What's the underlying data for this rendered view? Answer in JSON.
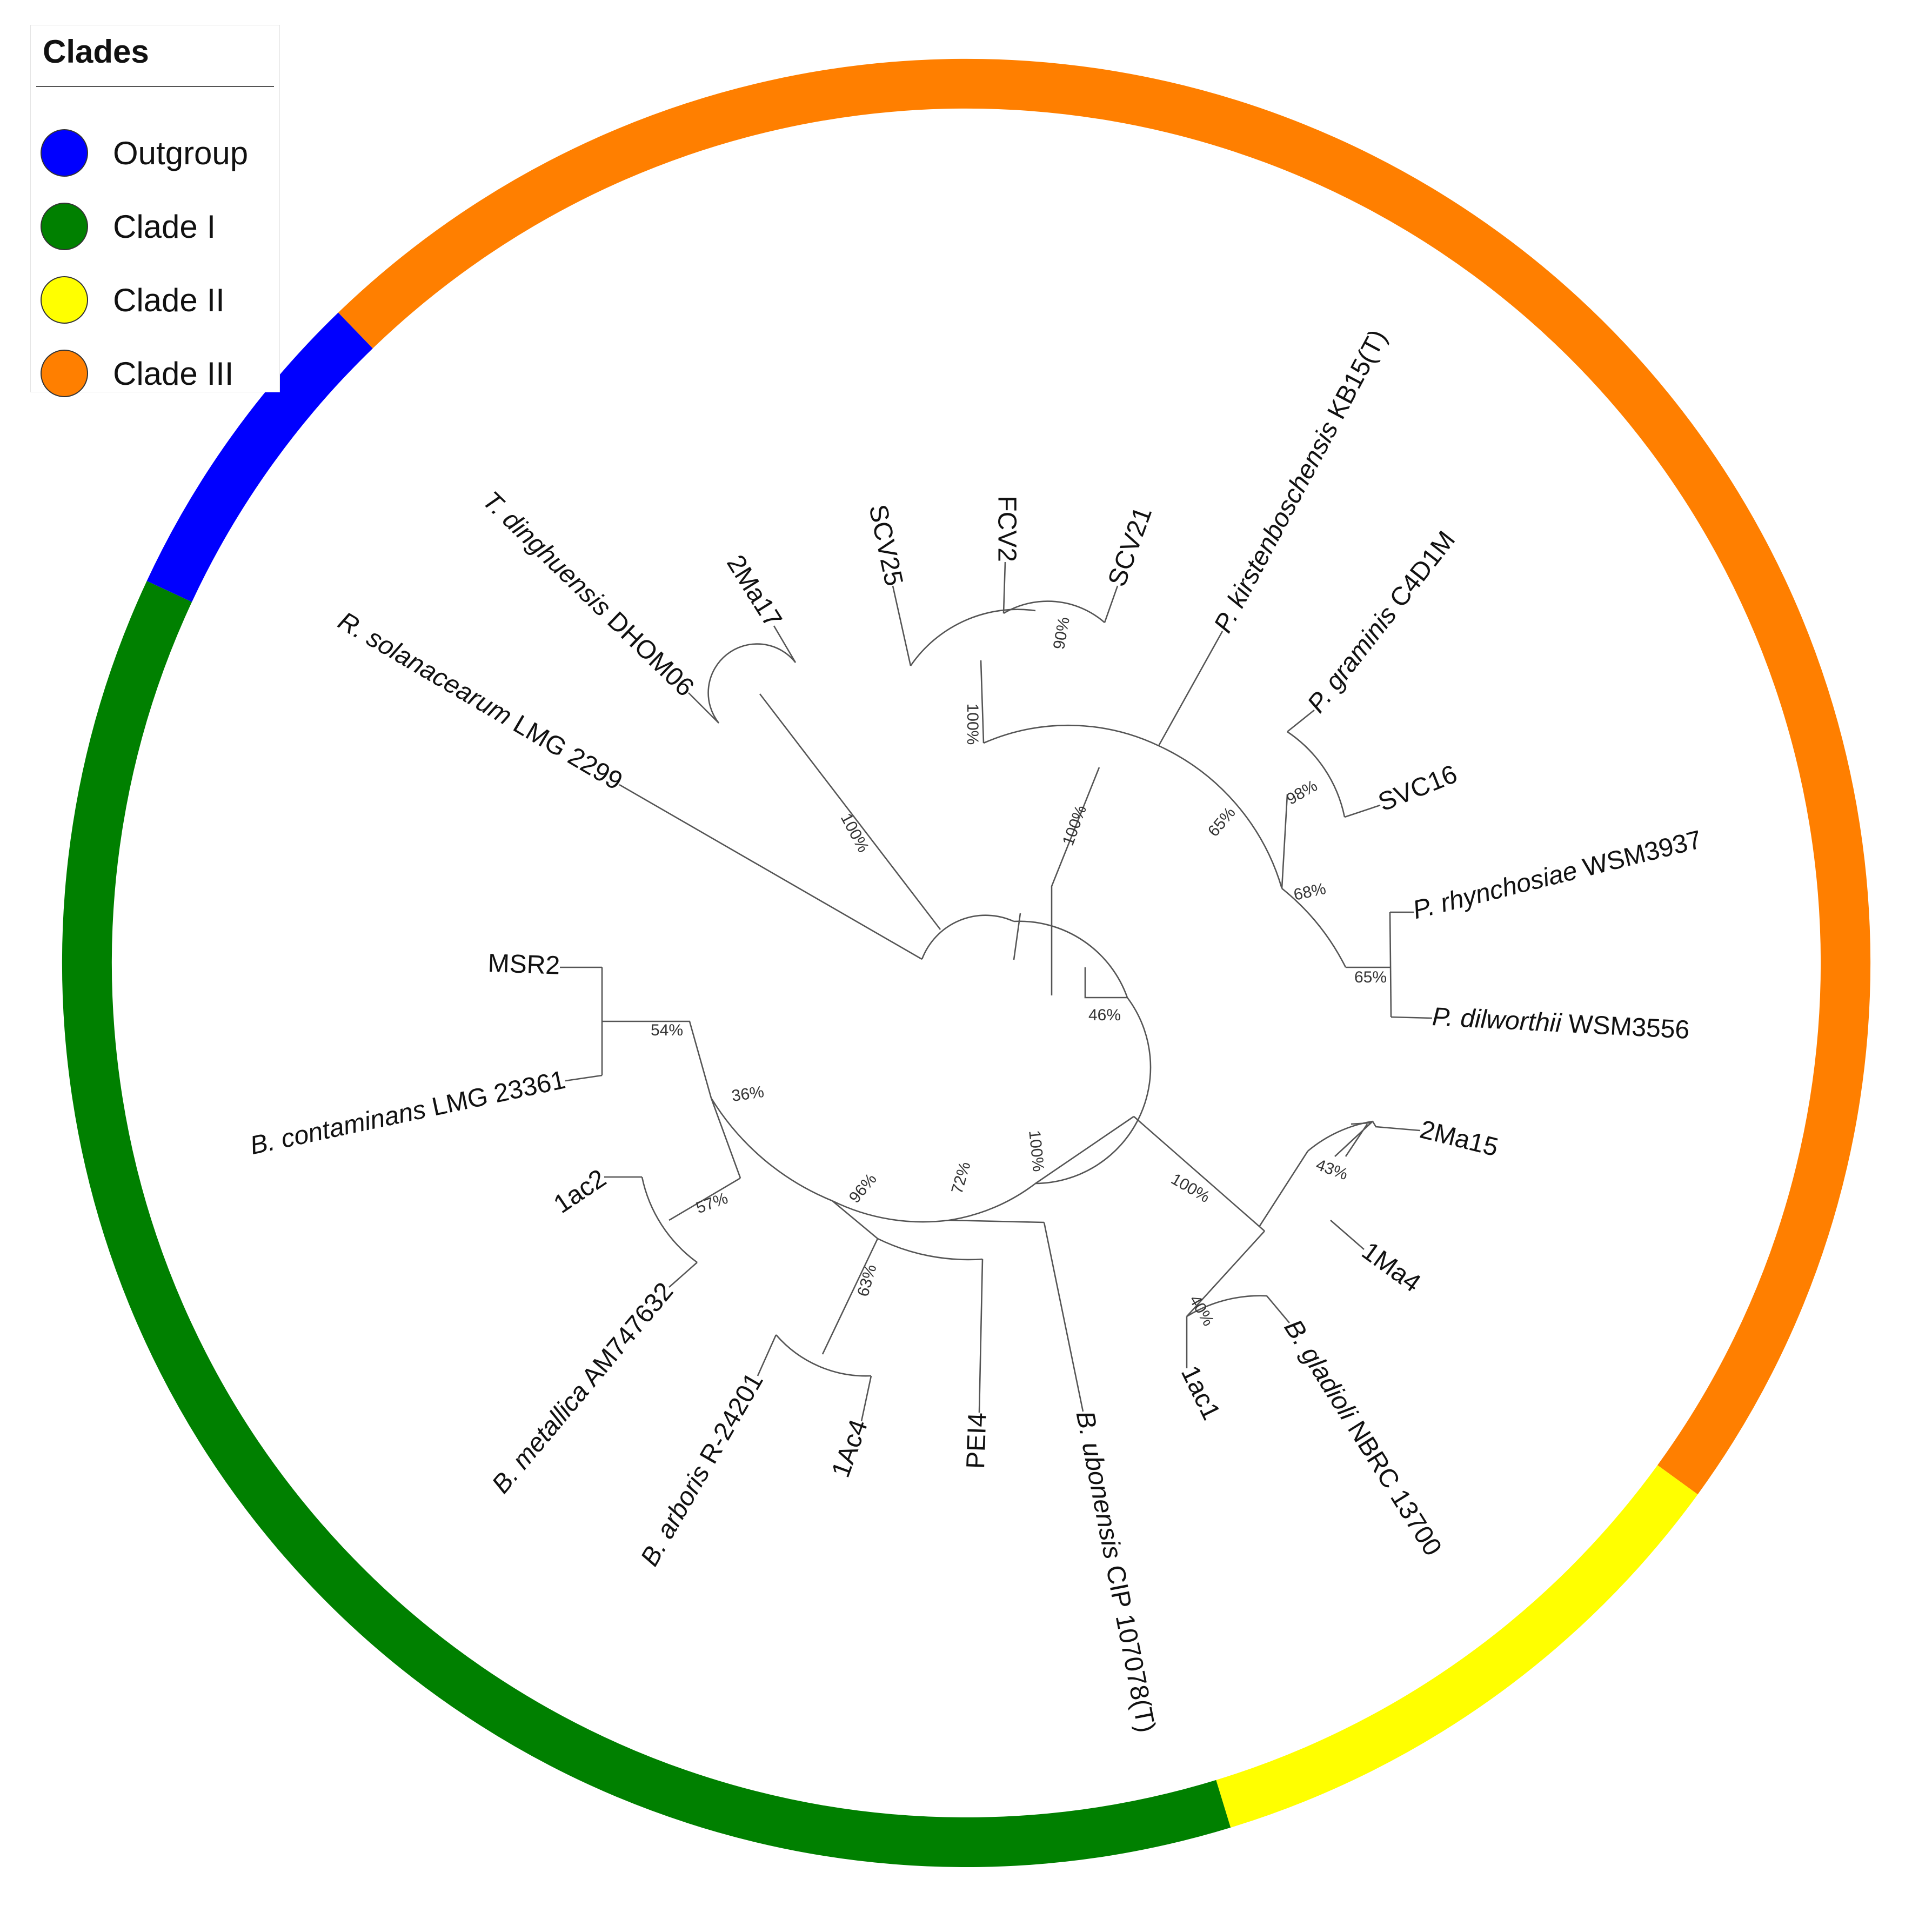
{
  "legend": {
    "title": "Clades",
    "items": [
      {
        "label": "Outgroup",
        "color": "#0000ff"
      },
      {
        "label": "Clade I",
        "color": "#008000"
      },
      {
        "label": "Clade II",
        "color": "#ffff00"
      },
      {
        "label": "Clade III",
        "color": "#ff7f00"
      }
    ]
  },
  "ring_segments": [
    {
      "clade": "Outgroup",
      "color": "#0000ff",
      "start_deg": 226,
      "end_deg": 247
    },
    {
      "clade": "Clade I",
      "color": "#008000",
      "start_deg": 141,
      "end_deg": 247,
      "note": ""
    },
    {
      "clade": "Clade II",
      "color": "#ffff00",
      "start_deg": 36,
      "end_deg": 73
    },
    {
      "clade": "Clade III",
      "color": "#ff7f00",
      "start_deg": 226,
      "end_deg": 396
    }
  ],
  "taxa": [
    {
      "label": "R. solanacearum LMG 2299",
      "italic_prefix": true
    },
    {
      "label": "T. dinghuensis DHOM06",
      "italic_prefix": true
    },
    {
      "label": "2Ma17",
      "italic_prefix": false
    },
    {
      "label": "SCV25",
      "italic_prefix": false
    },
    {
      "label": "FCV2",
      "italic_prefix": false
    },
    {
      "label": "SCV21",
      "italic_prefix": false
    },
    {
      "label": "P. kirstenboschensis KB15(T)",
      "italic_prefix": true
    },
    {
      "label": "P. graminis C4D1M",
      "italic_prefix": true
    },
    {
      "label": "SVC16",
      "italic_prefix": false
    },
    {
      "label": "P. rhynchosiae WSM3937",
      "italic_prefix": true
    },
    {
      "label": "P. dilworthii WSM3556",
      "italic_prefix": true
    },
    {
      "label": "2Ma15",
      "italic_prefix": false
    },
    {
      "label": "1Ma4",
      "italic_prefix": false
    },
    {
      "label": "B. gladioli  NBRC 13700",
      "italic_prefix": true
    },
    {
      "label": "1ac1",
      "italic_prefix": false
    },
    {
      "label": "B. ubonensis CIP 107078(T)",
      "italic_prefix": true
    },
    {
      "label": "PEI4",
      "italic_prefix": false
    },
    {
      "label": "1Ac4",
      "italic_prefix": false
    },
    {
      "label": "B. arboris R-24201",
      "italic_prefix": true
    },
    {
      "label": "B. metallica AM747632",
      "italic_prefix": true
    },
    {
      "label": "1ac2",
      "italic_prefix": false
    },
    {
      "label": "B. contaminans LMG 23361",
      "italic_prefix": true
    },
    {
      "label": "MSR2",
      "italic_prefix": false
    }
  ],
  "bootstrap": [
    "100%",
    "100%",
    "90%",
    "100%",
    "65%",
    "98%",
    "68%",
    "65%",
    "46%",
    "100%",
    "43%",
    "40%",
    "100%",
    "72%",
    "96%",
    "63%",
    "36%",
    "57%",
    "54%"
  ]
}
